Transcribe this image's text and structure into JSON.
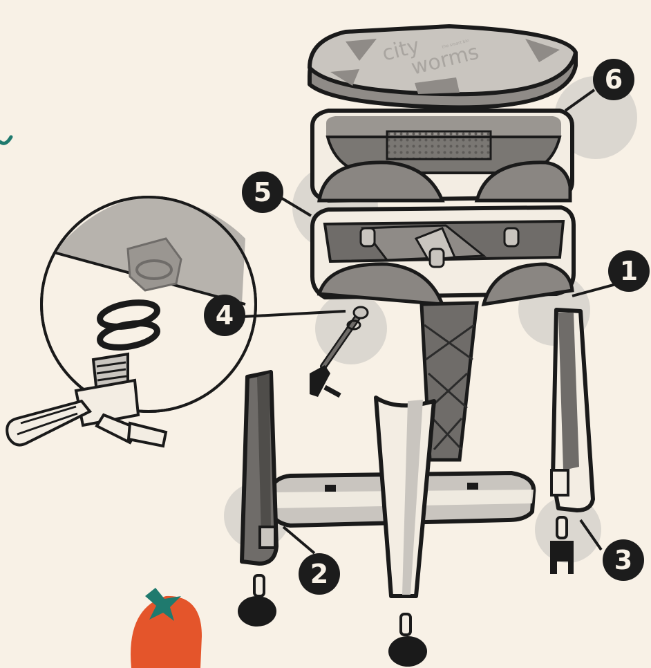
{
  "colors": {
    "background": "#f8f1e6",
    "outline": "#1a1a1a",
    "body_light": "#f3ede3",
    "body_mid": "#b7b3ad",
    "body_dark": "#6f6c69",
    "halo": "#d6d2cb",
    "callout_fill": "#1c1c1c",
    "tomato": "#e4552b",
    "leaf": "#1f7a6e"
  },
  "lid": {
    "brand_line1": "city",
    "brand_line2": "worms",
    "brand_small": "the smart bin"
  },
  "callouts": [
    {
      "id": "1",
      "label": "1"
    },
    {
      "id": "2",
      "label": "2"
    },
    {
      "id": "3",
      "label": "3"
    },
    {
      "id": "4",
      "label": "4"
    },
    {
      "id": "5",
      "label": "5"
    },
    {
      "id": "6",
      "label": "6"
    }
  ]
}
